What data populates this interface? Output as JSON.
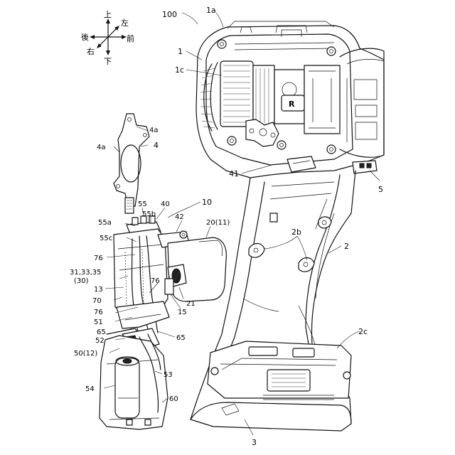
{
  "figure": {
    "orientation": {
      "up": "上",
      "down": "下",
      "left": "左",
      "right": "右",
      "front": "前",
      "back": "後"
    },
    "labels": {
      "l100": "100",
      "l1a": "1a",
      "l1": "1",
      "l1c": "1c",
      "l41": "41",
      "l5": "5",
      "l2b": "2b",
      "l2": "2",
      "l2c": "2c",
      "l3": "3",
      "l4a": "4a",
      "l4a_left": "4a",
      "l4": "4",
      "l10": "10",
      "l55": "55",
      "l40": "40",
      "l55a": "55a",
      "l55b": "55b",
      "l42": "42",
      "l20": "20(11)",
      "l55c": "55c",
      "l76a": "76",
      "l31": "31,33,35",
      "l30": "(30)",
      "l13": "13",
      "l70": "70",
      "l76b": "76",
      "l76c": "76",
      "l51": "51",
      "l65a": "65",
      "l52": "52",
      "l65b": "65",
      "l50": "50(12)",
      "l53": "53",
      "l54": "54",
      "l60": "60",
      "l21": "21",
      "l15": "15",
      "switch_letter": "R"
    }
  }
}
